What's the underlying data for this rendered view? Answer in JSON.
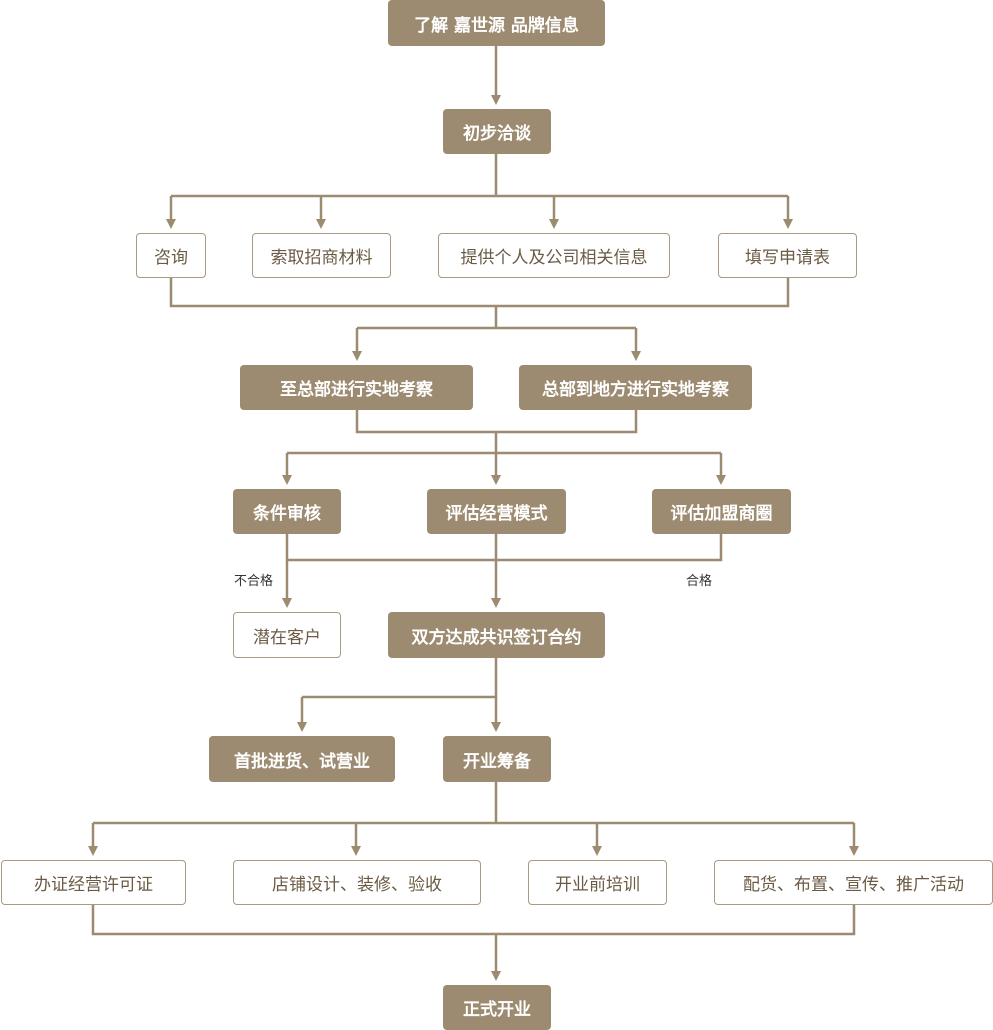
{
  "colors": {
    "filled": "#9c8b70",
    "outline_border": "#a99a82",
    "line": "#9c8b70",
    "outline_text": "#6b5a44"
  },
  "nodes": {
    "brand_info": "了解 嘉世源 品牌信息",
    "initial_talk": "初步洽谈",
    "consult": "咨询",
    "get_materials": "索取招商材料",
    "provide_info": "提供个人及公司相关信息",
    "fill_application": "填写申请表",
    "visit_hq": "至总部进行实地考察",
    "hq_visit_local": "总部到地方进行实地考察",
    "condition_review": "条件审核",
    "evaluate_model": "评估经营模式",
    "evaluate_area": "评估加盟商圈",
    "potential_customer": "潜在客户",
    "sign_contract": "双方达成共识签订合约",
    "first_stock": "首批进货、试营业",
    "opening_prep": "开业筹备",
    "license": "办证经营许可证",
    "store_design": "店铺设计、装修、验收",
    "training": "开业前培训",
    "distribution": "配货、布置、宣传、推广活动",
    "grand_opening": "正式开业"
  },
  "labels": {
    "fail": "不合格",
    "pass": "合格"
  }
}
